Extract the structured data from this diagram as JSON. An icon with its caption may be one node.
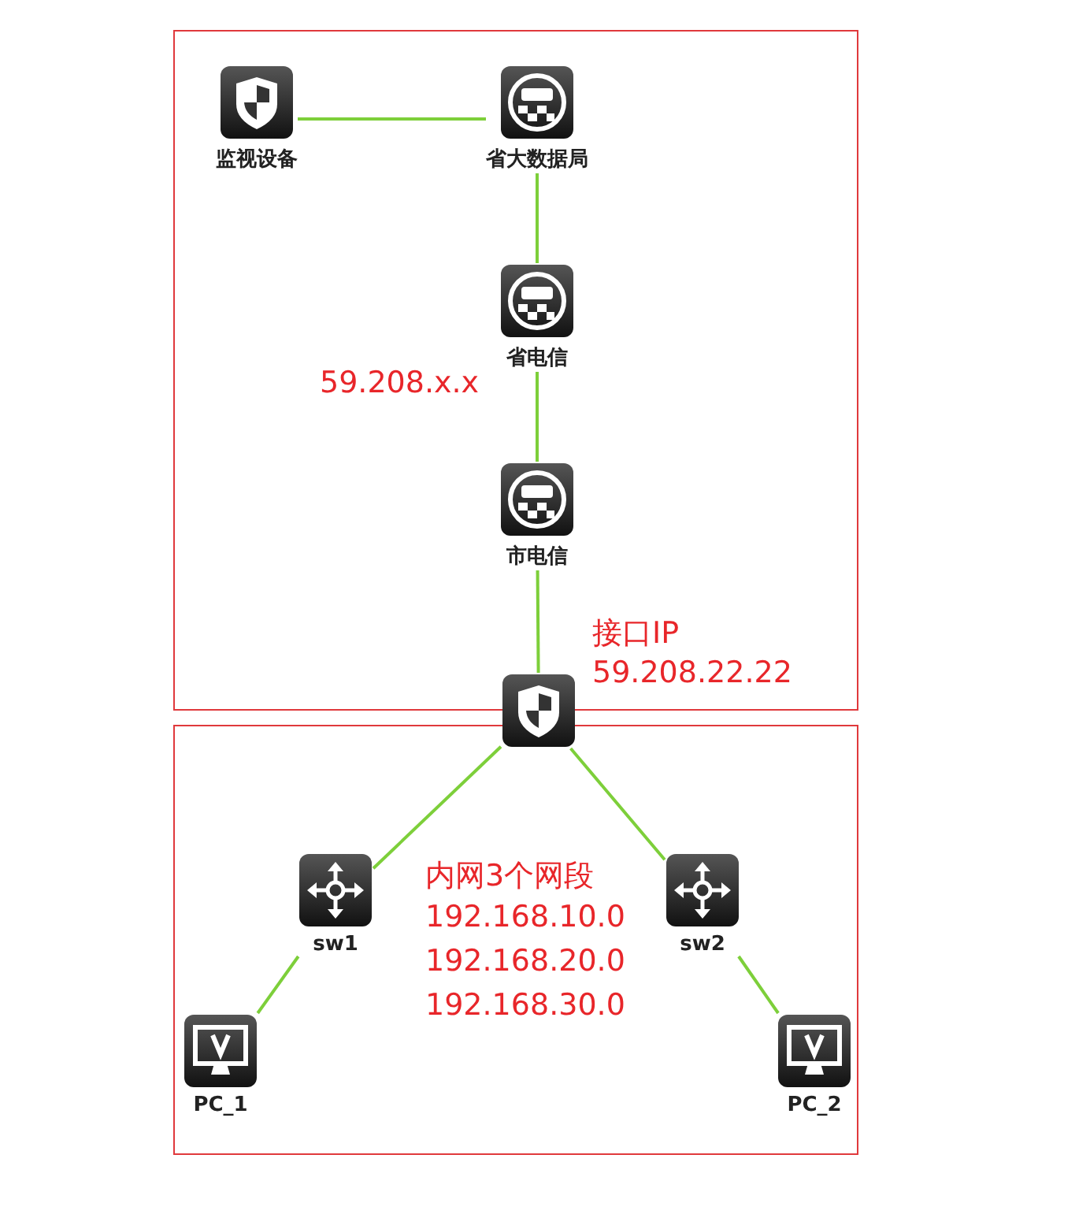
{
  "diagram": {
    "nodes": [
      {
        "text": [],
        "shape": "box"
      },
      {
        "text": [
          "监视设备"
        ],
        "in": 0
      },
      {
        "text": [
          "省大数据局"
        ],
        "in": 0
      },
      {
        "text": [
          "省电信"
        ],
        "in": 0
      },
      {
        "text": [
          "市电信"
        ],
        "in": 0
      },
      {
        "text": [],
        "shape": "box"
      },
      {
        "text": [],
        "shape": "box"
      },
      {
        "text": [
          "sw1"
        ],
        "in": 6
      },
      {
        "text": [
          "sw2"
        ],
        "in": 6
      },
      {
        "text": [
          "PC_1"
        ],
        "in": 6
      },
      {
        "text": [
          "PC_2"
        ],
        "in": 6
      }
    ],
    "edges": [
      {
        "from": 1,
        "to": 2,
        "arrow": "none"
      },
      {
        "from": 2,
        "to": 3,
        "arrow": "none"
      },
      {
        "from": 3,
        "to": 4,
        "arrow": "none"
      },
      {
        "from": 4,
        "to": 5,
        "arrow": "none"
      },
      {
        "from": 5,
        "to": 7,
        "arrow": "none"
      },
      {
        "from": 5,
        "to": 8,
        "arrow": "none"
      },
      {
        "from": 7,
        "to": 9,
        "arrow": "none"
      },
      {
        "from": 8,
        "to": 10,
        "arrow": "none"
      }
    ],
    "labels": [
      "59.208.x.x",
      "接口IP",
      "59.208.22.22",
      "内网3个网段",
      "192.168.10.0",
      "192.168.20.0",
      "192.168.30.0"
    ]
  }
}
